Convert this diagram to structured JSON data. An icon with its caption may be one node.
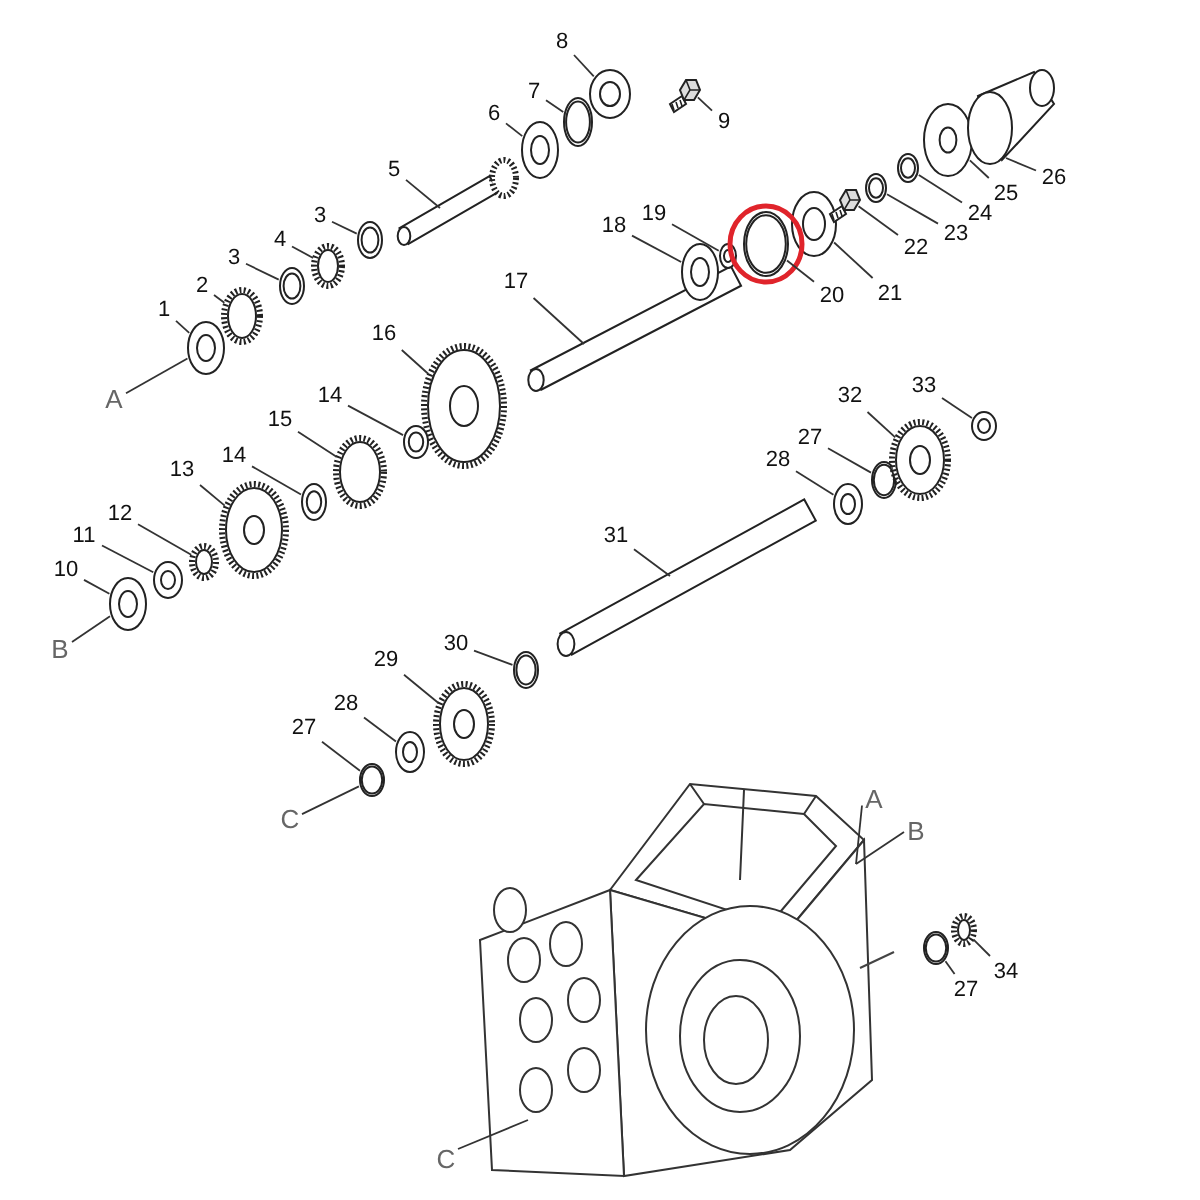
{
  "diagram": {
    "nodes": [
      {
        "text": [
          "8"
        ]
      },
      {
        "text": [
          "26"
        ]
      },
      {
        "text": [
          "7"
        ]
      },
      {
        "text": [
          "9"
        ]
      },
      {
        "text": [
          "6"
        ]
      },
      {
        "text": [
          "25"
        ]
      },
      {
        "text": [
          "24"
        ]
      },
      {
        "text": [
          "23"
        ]
      },
      {
        "text": [
          "5"
        ]
      },
      {
        "text": [
          "22"
        ]
      },
      {
        "text": [
          "19"
        ]
      },
      {
        "text": [
          "3"
        ]
      },
      {
        "text": [
          "18"
        ]
      },
      {
        "text": [
          "21"
        ]
      },
      {
        "text": [
          "20"
        ]
      },
      {
        "text": [
          "4"
        ]
      },
      {
        "text": [
          "3"
        ]
      },
      {
        "text": [
          "2"
        ]
      },
      {
        "text": [
          "17"
        ]
      },
      {
        "text": [
          "1"
        ]
      },
      {
        "text": [
          "16"
        ]
      },
      {
        "text": [
          "A"
        ]
      },
      {
        "text": [
          "33"
        ]
      },
      {
        "text": [
          "32"
        ]
      },
      {
        "text": [
          "14"
        ]
      },
      {
        "text": [
          "27"
        ]
      },
      {
        "text": [
          "15"
        ]
      },
      {
        "text": [
          "28"
        ]
      },
      {
        "text": [
          "14"
        ]
      },
      {
        "text": [
          "13"
        ]
      },
      {
        "text": [
          "12"
        ]
      },
      {
        "text": [
          "11"
        ]
      },
      {
        "text": [
          "10"
        ]
      },
      {
        "text": [
          "31"
        ]
      },
      {
        "text": [
          "B"
        ]
      },
      {
        "text": [
          "30"
        ]
      },
      {
        "text": [
          "29"
        ]
      },
      {
        "text": [
          "28"
        ]
      },
      {
        "text": [
          "27"
        ]
      },
      {
        "text": [
          "C"
        ]
      },
      {
        "text": [
          "A"
        ]
      },
      {
        "text": [
          "B"
        ]
      },
      {
        "text": [
          "34"
        ]
      },
      {
        "text": [
          "27"
        ]
      },
      {
        "text": [
          "C"
        ]
      },
      {
        "text": [],
        "shape": "picture"
      },
      {
        "text": [],
        "shape": "picture"
      },
      {
        "text": [],
        "shape": "picture"
      },
      {
        "text": [],
        "shape": "picture"
      },
      {
        "text": [],
        "shape": "picture"
      },
      {
        "text": [],
        "shape": "picture"
      },
      {
        "text": [],
        "shape": "picture"
      },
      {
        "text": [],
        "shape": "picture"
      },
      {
        "text": [],
        "shape": "picture"
      },
      {
        "text": [],
        "shape": "picture"
      },
      {
        "text": [],
        "shape": "picture"
      },
      {
        "text": [],
        "shape": "picture"
      },
      {
        "text": [],
        "shape": "picture"
      },
      {
        "text": [],
        "shape": "picture"
      },
      {
        "text": [],
        "shape": "picture"
      },
      {
        "text": [],
        "shape": "picture"
      },
      {
        "text": [],
        "shape": "picture"
      },
      {
        "text": [],
        "shape": "picture"
      },
      {
        "text": [],
        "shape": "picture"
      },
      {
        "text": [],
        "shape": "picture"
      },
      {
        "text": [],
        "shape": "picture"
      },
      {
        "text": [],
        "shape": "picture"
      },
      {
        "text": [],
        "shape": "picture"
      },
      {
        "text": [],
        "shape": "picture"
      },
      {
        "text": [],
        "shape": "picture"
      },
      {
        "text": [],
        "shape": "picture"
      },
      {
        "text": [],
        "shape": "picture"
      },
      {
        "text": [],
        "shape": "picture"
      },
      {
        "text": [],
        "shape": "picture"
      },
      {
        "text": [],
        "shape": "picture"
      },
      {
        "text": [],
        "shape": "picture"
      },
      {
        "text": [],
        "shape": "picture"
      },
      {
        "text": [],
        "shape": "picture"
      },
      {
        "text": [],
        "shape": "picture"
      },
      {
        "text": [],
        "shape": "picture"
      },
      {
        "text": [],
        "shape": "picture"
      },
      {
        "text": [],
        "shape": "picture"
      },
      {
        "text": [],
        "shape": "picture"
      },
      {
        "text": [],
        "shape": "picture"
      },
      {
        "text": [],
        "shape": "picture"
      }
    ],
    "edges": [
      {
        "from": 0,
        "to": 53,
        "arrow": "none"
      },
      {
        "from": 1,
        "to": 72,
        "arrow": "none"
      },
      {
        "from": 2,
        "to": 52,
        "arrow": "none"
      },
      {
        "from": 3,
        "to": 54,
        "arrow": "none"
      },
      {
        "from": 4,
        "to": 51,
        "arrow": "none"
      },
      {
        "from": 5,
        "to": 71,
        "arrow": "none"
      },
      {
        "from": 6,
        "to": 70,
        "arrow": "none"
      },
      {
        "from": 7,
        "to": 69,
        "arrow": "none"
      },
      {
        "from": 8,
        "to": 50,
        "arrow": "none"
      },
      {
        "from": 9,
        "to": 68,
        "arrow": "none"
      },
      {
        "from": 10,
        "to": 65,
        "arrow": "none"
      },
      {
        "from": 11,
        "to": 49,
        "arrow": "none"
      },
      {
        "from": 12,
        "to": 64,
        "arrow": "none"
      },
      {
        "from": 13,
        "to": 67,
        "arrow": "none"
      },
      {
        "from": 14,
        "to": 66,
        "arrow": "none"
      },
      {
        "from": 15,
        "to": 48,
        "arrow": "none"
      },
      {
        "from": 16,
        "to": 47,
        "arrow": "none"
      },
      {
        "from": 17,
        "to": 46,
        "arrow": "none"
      },
      {
        "from": 18,
        "to": 55,
        "arrow": "none"
      },
      {
        "from": 19,
        "to": 45,
        "arrow": "none"
      },
      {
        "from": 20,
        "to": 56,
        "arrow": "none"
      },
      {
        "from": 21,
        "to": 45,
        "arrow": "none"
      },
      {
        "from": 22,
        "to": 81,
        "arrow": "none"
      },
      {
        "from": 23,
        "to": 80,
        "arrow": "none"
      },
      {
        "from": 24,
        "to": 57,
        "arrow": "none"
      },
      {
        "from": 25,
        "to": 79,
        "arrow": "none"
      },
      {
        "from": 26,
        "to": 58,
        "arrow": "none"
      },
      {
        "from": 27,
        "to": 78,
        "arrow": "none"
      },
      {
        "from": 28,
        "to": 59,
        "arrow": "none"
      },
      {
        "from": 29,
        "to": 60,
        "arrow": "none"
      },
      {
        "from": 30,
        "to": 61,
        "arrow": "none"
      },
      {
        "from": 31,
        "to": 62,
        "arrow": "none"
      },
      {
        "from": 32,
        "to": 63,
        "arrow": "none"
      },
      {
        "from": 33,
        "to": 73,
        "arrow": "none"
      },
      {
        "from": 34,
        "to": 63,
        "arrow": "none"
      },
      {
        "from": 35,
        "to": 74,
        "arrow": "none"
      },
      {
        "from": 36,
        "to": 75,
        "arrow": "none"
      },
      {
        "from": 37,
        "to": 76,
        "arrow": "none"
      },
      {
        "from": 38,
        "to": 77,
        "arrow": "none"
      },
      {
        "from": 39,
        "to": 77,
        "arrow": "none"
      },
      {
        "from": 40,
        "to": 82,
        "arrow": "none"
      },
      {
        "from": 41,
        "to": 82,
        "arrow": "none"
      },
      {
        "from": 42,
        "to": 84,
        "arrow": "none"
      },
      {
        "from": 43,
        "to": 83,
        "arrow": "none"
      },
      {
        "from": 44,
        "to": 82,
        "arrow": "none"
      }
    ]
  }
}
